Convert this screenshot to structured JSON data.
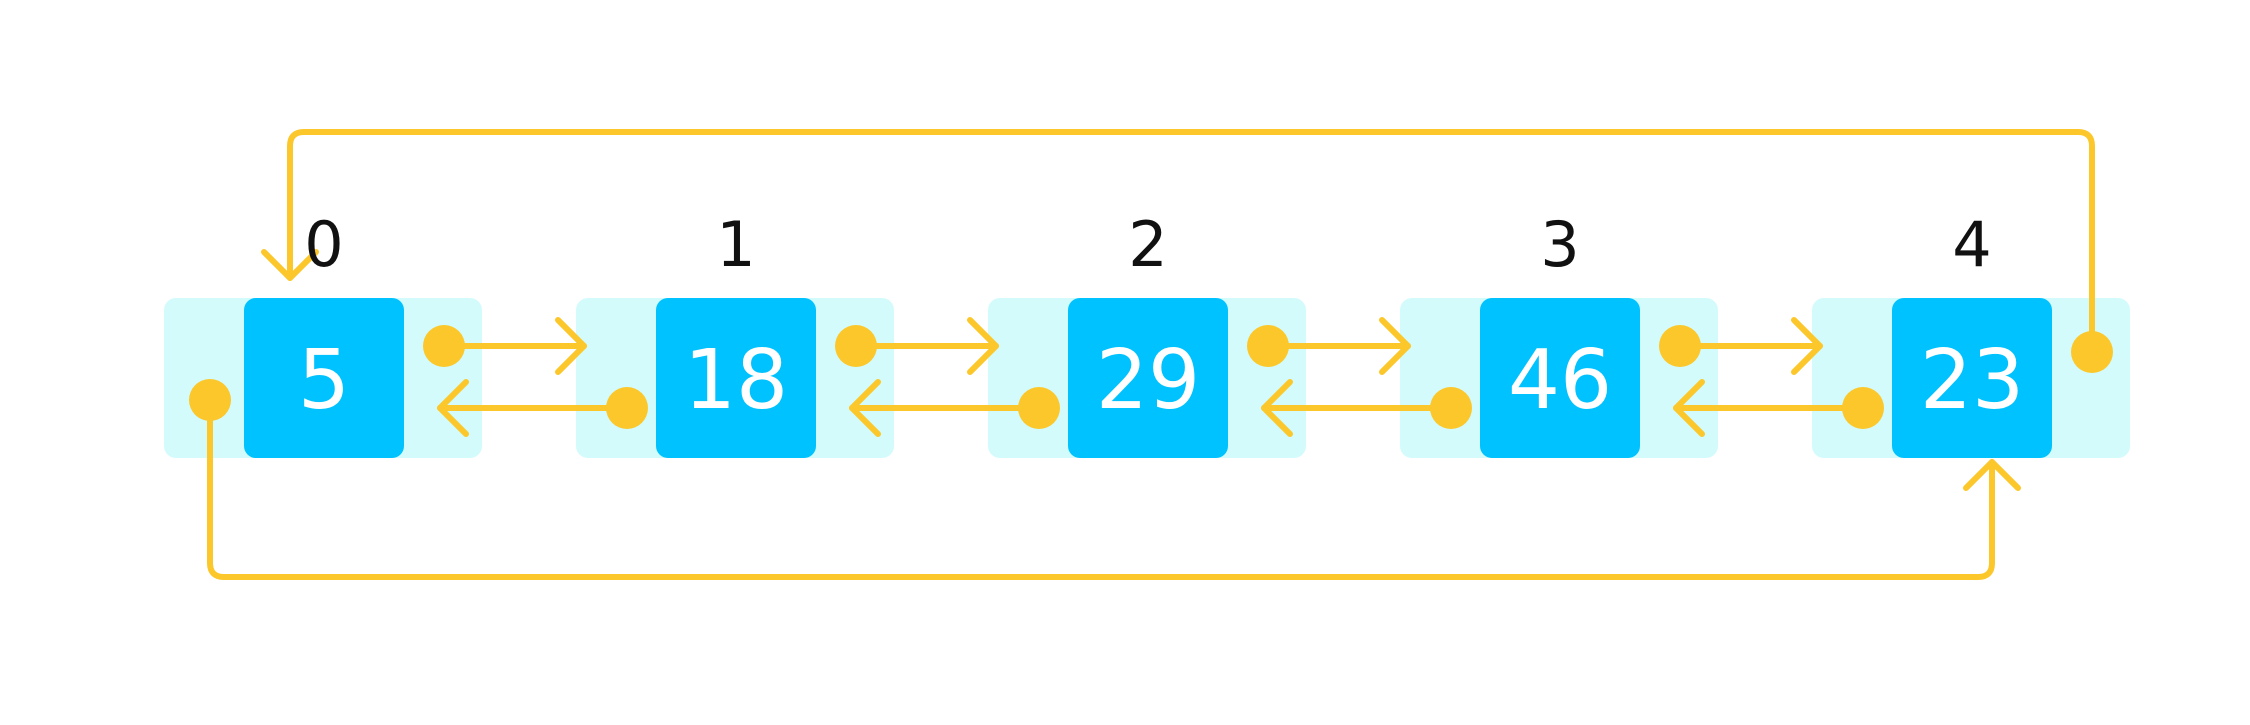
{
  "linked_list": {
    "nodes": [
      {
        "index": "0",
        "value": "5"
      },
      {
        "index": "1",
        "value": "18"
      },
      {
        "index": "2",
        "value": "29"
      },
      {
        "index": "3",
        "value": "46"
      },
      {
        "index": "4",
        "value": "23"
      }
    ],
    "colors": {
      "node_background": "#d3fbfc",
      "node_box": "#00c2ff",
      "pointer": "#fcc72a",
      "value_text": "#ffffff",
      "index_text": "#111111"
    }
  }
}
